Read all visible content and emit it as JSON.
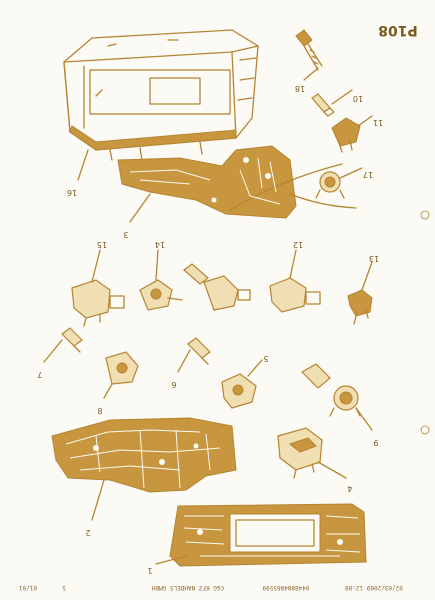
{
  "page_ref": "P108",
  "footer": {
    "date_time": "02/03/2009  12:09",
    "phone": "0448884865599",
    "company": "C&G KFZ NAHDELS GMBH",
    "page": "5",
    "page_total": "01/01"
  },
  "callouts": {
    "c1": "1",
    "c2": "2",
    "c3": "3",
    "c4": "4",
    "c5": "5",
    "c6": "6",
    "c7": "7",
    "c8": "8",
    "c9": "9",
    "c10": "10",
    "c11": "11",
    "c12": "12",
    "c13": "13",
    "c14": "14",
    "c15": "15",
    "c16": "16",
    "c17": "17",
    "c18": "18"
  },
  "colors": {
    "ink": "#b58532",
    "ink_fill": "#c8963f",
    "paper": "#fbfaf4"
  }
}
